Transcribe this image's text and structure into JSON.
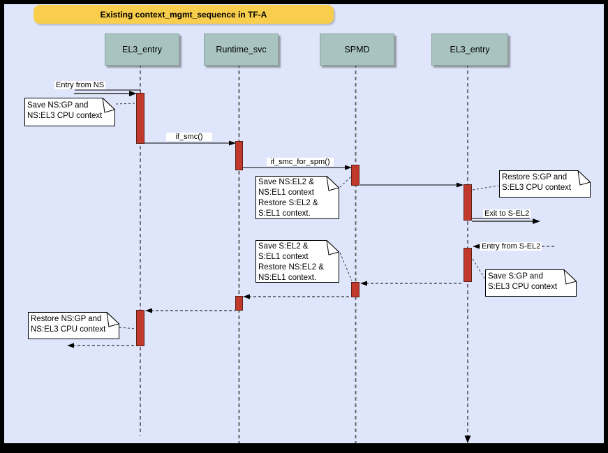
{
  "title": "Existing context_mgmt_sequence in TF-A",
  "participants": [
    {
      "label": "EL3_entry"
    },
    {
      "label": "Runtime_svc"
    },
    {
      "label": "SPMD"
    },
    {
      "label": "EL3_entry"
    }
  ],
  "messages": {
    "entry_from_ns": "Entry from NS",
    "if_smc": "if_smc()",
    "if_smc_for_spm": "if_smc_for_spm()",
    "exit_to_s_el2": "Exit to S-EL2",
    "entry_from_s_el2": "Entry from S-EL2"
  },
  "notes": [
    {
      "text": "Save NS:GP and\nNS:EL3 CPU context"
    },
    {
      "text": "Save NS:EL2 &\nNS:EL1 context\nRestore S:EL2 &\nS:EL1 context."
    },
    {
      "text": "Restore S:GP and\nS:EL3 CPU context"
    },
    {
      "text": "Save S:GP and\nS:EL3 CPU context"
    },
    {
      "text": "Save S:EL2 &\nS:EL1 context\nRestore NS:EL2 &\nNS:EL1 context."
    },
    {
      "text": "Restore NS:GP and\nNS:EL3 CPU context"
    }
  ],
  "colors": {
    "outer_border": "#000000",
    "background": "#dfe6fb",
    "title_fill": "#f9ce4c",
    "participant_fill": "#a9c4c0",
    "activation_fill": "#c0392b",
    "activation_border": "#5d1f16",
    "note_fill": "#ffffff",
    "message_arrow_gray": "#5c5c5c",
    "lifeline_gray": "#666666"
  }
}
